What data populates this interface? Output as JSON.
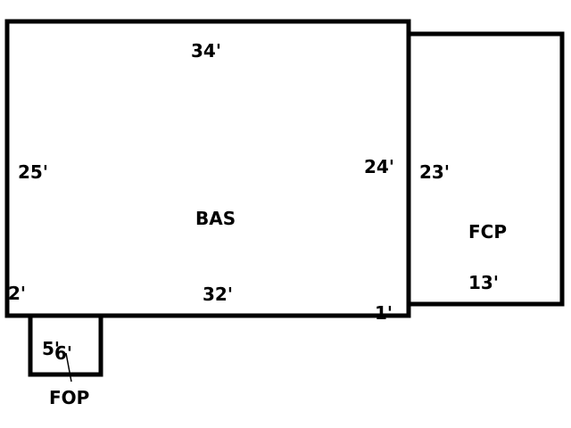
{
  "areas": {
    "bas": {
      "code": "BAS",
      "top": "34'",
      "left": "25'",
      "right": "24'",
      "bottom": "32'",
      "left_step": "2'",
      "right_step": "1'"
    },
    "fcp": {
      "code": "FCP",
      "left": "23'",
      "bottom": "13'"
    },
    "fop": {
      "code": "FOP",
      "side": "5'",
      "width": "6'"
    }
  }
}
